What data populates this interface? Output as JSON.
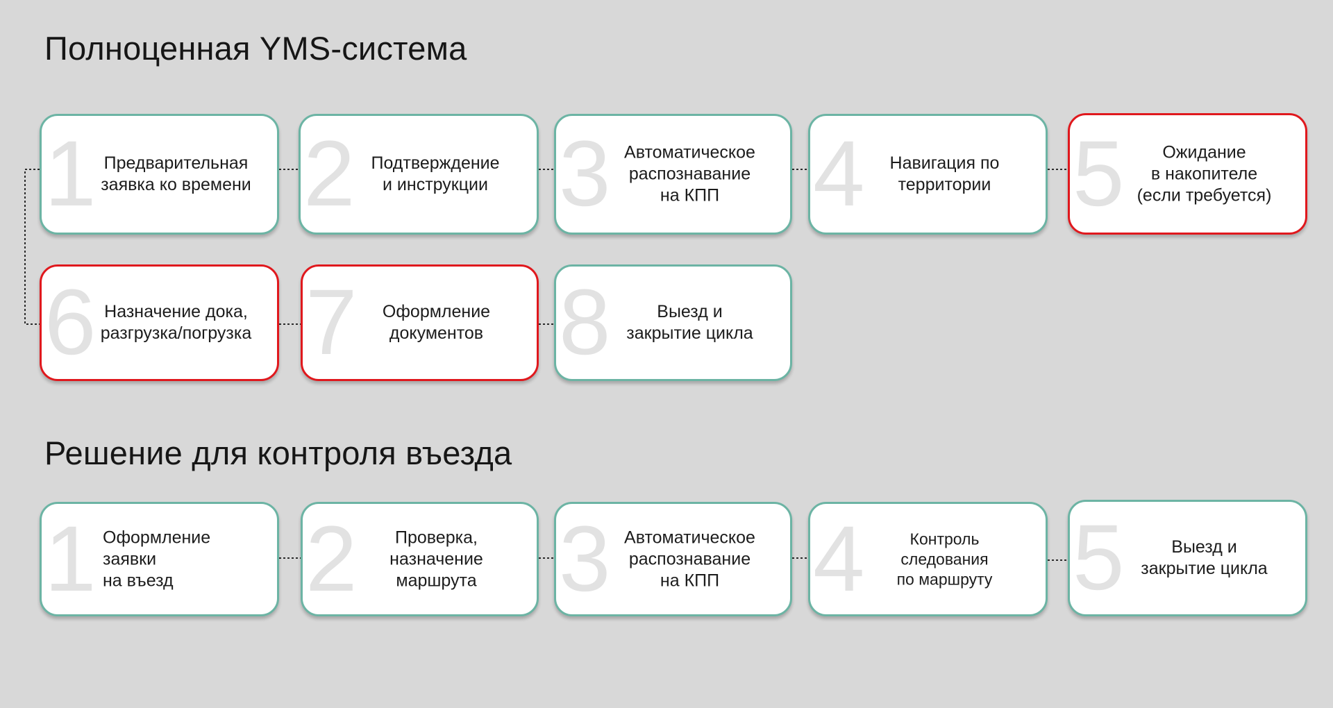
{
  "sections": [
    {
      "title": "Полноценная YMS-система",
      "steps": [
        {
          "number": "1",
          "text": "Предварительная\nзаявка ко времени"
        },
        {
          "number": "2",
          "text": "Подтверждение\nи инструкции"
        },
        {
          "number": "3",
          "text": "Автоматическое\nраспознавание\nна КПП"
        },
        {
          "number": "4",
          "text": "Навигация по\nтерритории"
        },
        {
          "number": "5",
          "text": "Ожидание\nв накопителе\n(если требуется)",
          "highlighted": true
        },
        {
          "number": "6",
          "text": "Назначение дока,\nразгрузка/погрузка",
          "highlighted": true
        },
        {
          "number": "7",
          "text": "Оформление\nдокументов",
          "highlighted": true
        },
        {
          "number": "8",
          "text": "Выезд и\nзакрытие цикла"
        }
      ]
    },
    {
      "title": "Решение для контроля въезда",
      "steps": [
        {
          "number": "1",
          "text": "Оформление\nзаявки\nна въезд"
        },
        {
          "number": "2",
          "text": "Проверка,\nназначение\nмаршрута"
        },
        {
          "number": "3",
          "text": "Автоматическое\nраспознавание\nна КПП"
        },
        {
          "number": "4",
          "text": "Контроль\nследования\nпо маршруту"
        },
        {
          "number": "5",
          "text": "Выезд и\nзакрытие цикла"
        }
      ]
    }
  ],
  "colors": {
    "background": "#d8d8d8",
    "card_border": "#6cb4a4",
    "card_border_highlight": "#e0181d",
    "step_number": "#e2e2e2",
    "connector": "#2a2a2a"
  }
}
